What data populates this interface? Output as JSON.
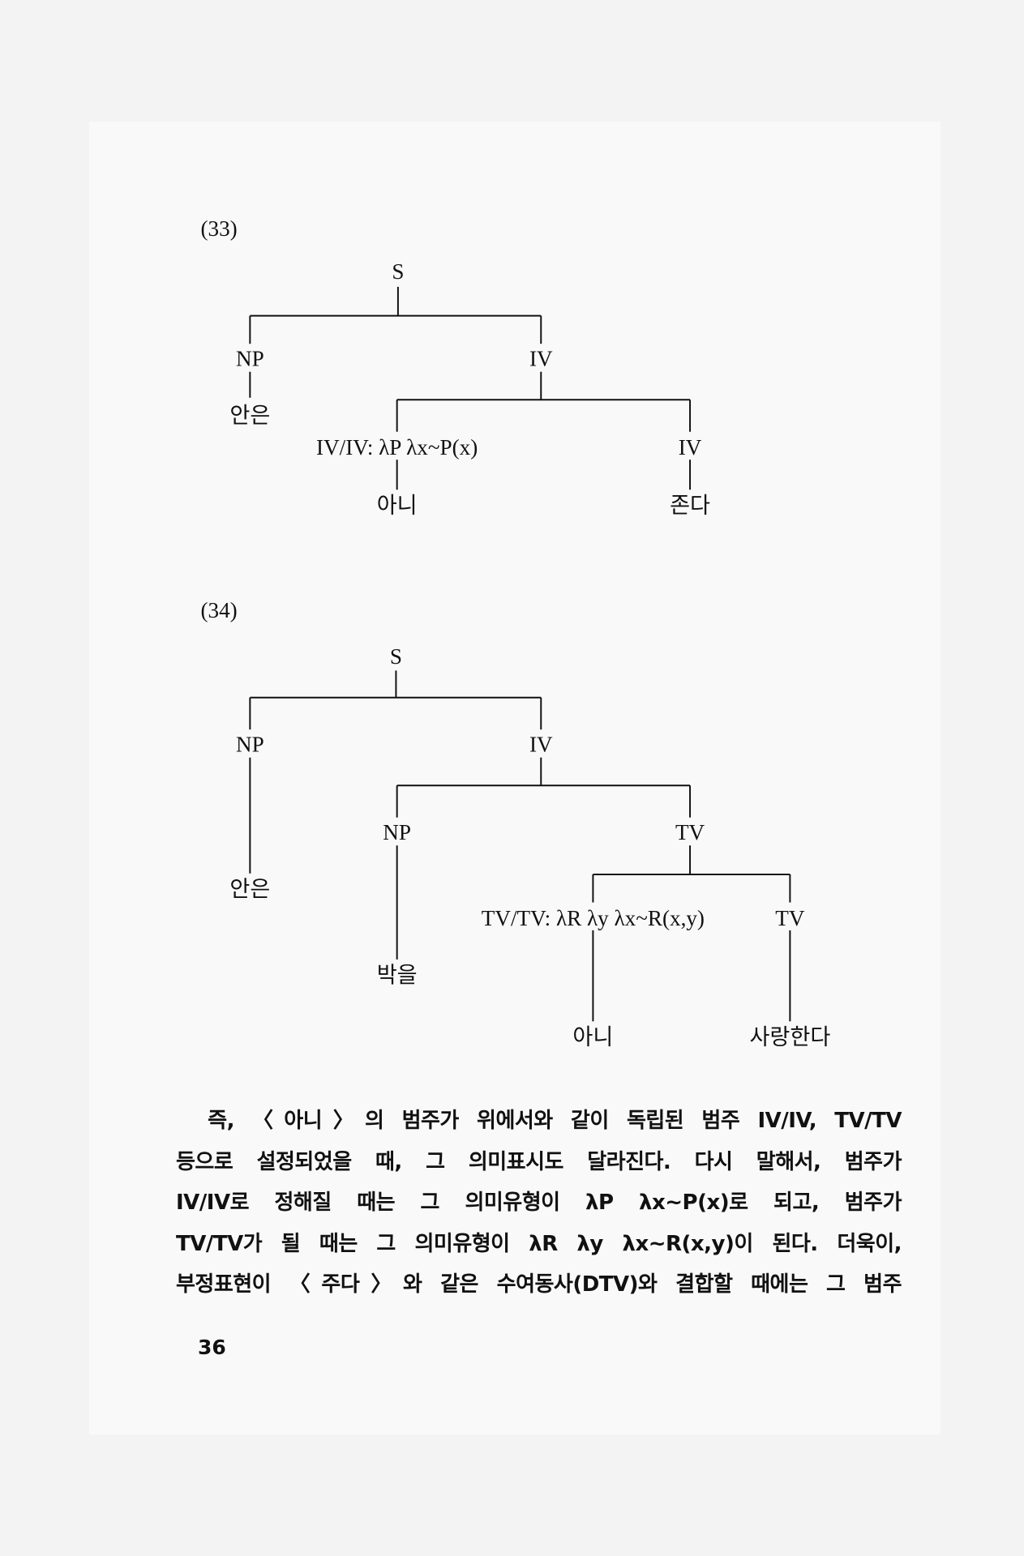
{
  "example33": {
    "label": "(33)",
    "S": "S",
    "NP": "NP",
    "IV": "IV",
    "NP_word": "안은",
    "modifier": "IV/IV: λP λx~P(x)",
    "IV2": "IV",
    "modifier_word": "아니",
    "IV2_word": "존다"
  },
  "example34": {
    "label": "(34)",
    "S": "S",
    "NP": "NP",
    "IV": "IV",
    "NP_word": "안은",
    "NP2": "NP",
    "TV": "TV",
    "NP2_word": "박을",
    "modifier": "TV/TV: λR λy λx~R(x,y)",
    "TV2": "TV",
    "modifier_word": "아니",
    "TV2_word": "사랑한다"
  },
  "paragraph": [
    "　즉, 〈아니〉의 범주가 위에서와 같이 독립된 범주 IV/IV, TV/TV",
    "등으로 설정되었을 때, 그 의미표시도 달라진다. 다시 말해서, 범주가",
    "IV/IV로 정해질 때는 그 의미유형이 λP λx~P(x)로 되고, 범주가",
    "TV/TV가 될 때는 그 의미유형이 λR λy λx~R(x,y)이 된다. 더욱이,",
    "부정표현이 〈주다〉와 같은 수여동사(DTV)와 결합할 때에는 그 범주"
  ],
  "page_number": "36"
}
